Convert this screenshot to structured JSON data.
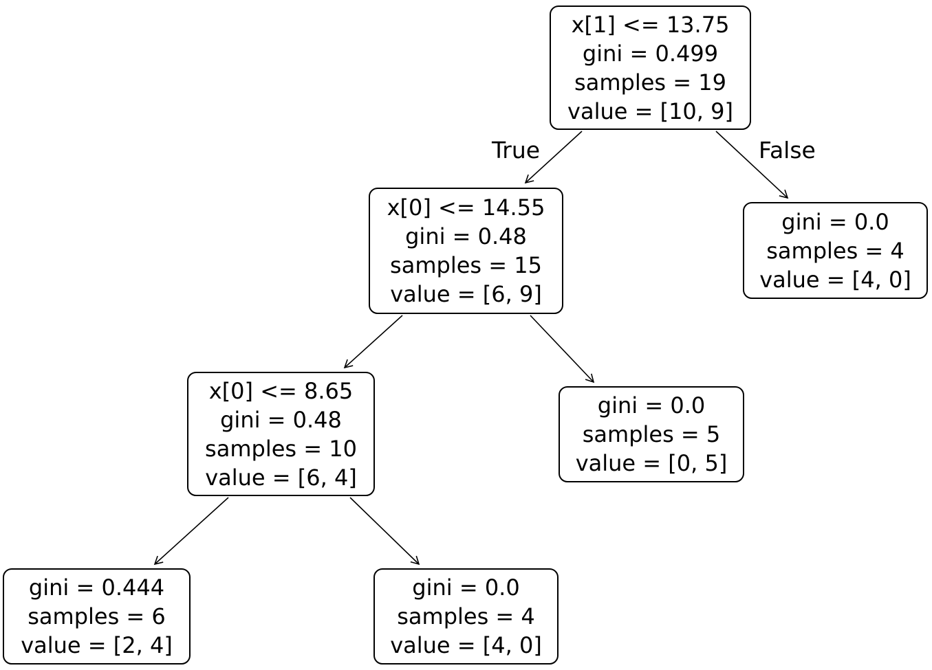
{
  "diagram": {
    "type": "decision-tree",
    "colors": {
      "node_border": "#000000",
      "node_background": "#ffffff",
      "text": "#000000",
      "edge": "#000000"
    },
    "edge_labels": {
      "true_branch": "True",
      "false_branch": "False"
    },
    "nodes": [
      {
        "name": "root",
        "lines": [
          "x[1] <= 13.75",
          "gini = 0.499",
          "samples = 19",
          "value = [10, 9]"
        ]
      },
      {
        "name": "left-child",
        "lines": [
          "x[0] <= 14.55",
          "gini = 0.48",
          "samples = 15",
          "value = [6, 9]"
        ]
      },
      {
        "name": "false-leaf",
        "lines": [
          "gini = 0.0",
          "samples = 4",
          "value = [4, 0]"
        ]
      },
      {
        "name": "left-left-child",
        "lines": [
          "x[0] <= 8.65",
          "gini = 0.48",
          "samples = 10",
          "value = [6, 4]"
        ]
      },
      {
        "name": "left-right-leaf",
        "lines": [
          "gini = 0.0",
          "samples = 5",
          "value = [0, 5]"
        ]
      },
      {
        "name": "bottom-left-leaf",
        "lines": [
          "gini = 0.444",
          "samples = 6",
          "value = [2, 4]"
        ]
      },
      {
        "name": "bottom-right-leaf",
        "lines": [
          "gini = 0.0",
          "samples = 4",
          "value = [4, 0]"
        ]
      }
    ]
  }
}
